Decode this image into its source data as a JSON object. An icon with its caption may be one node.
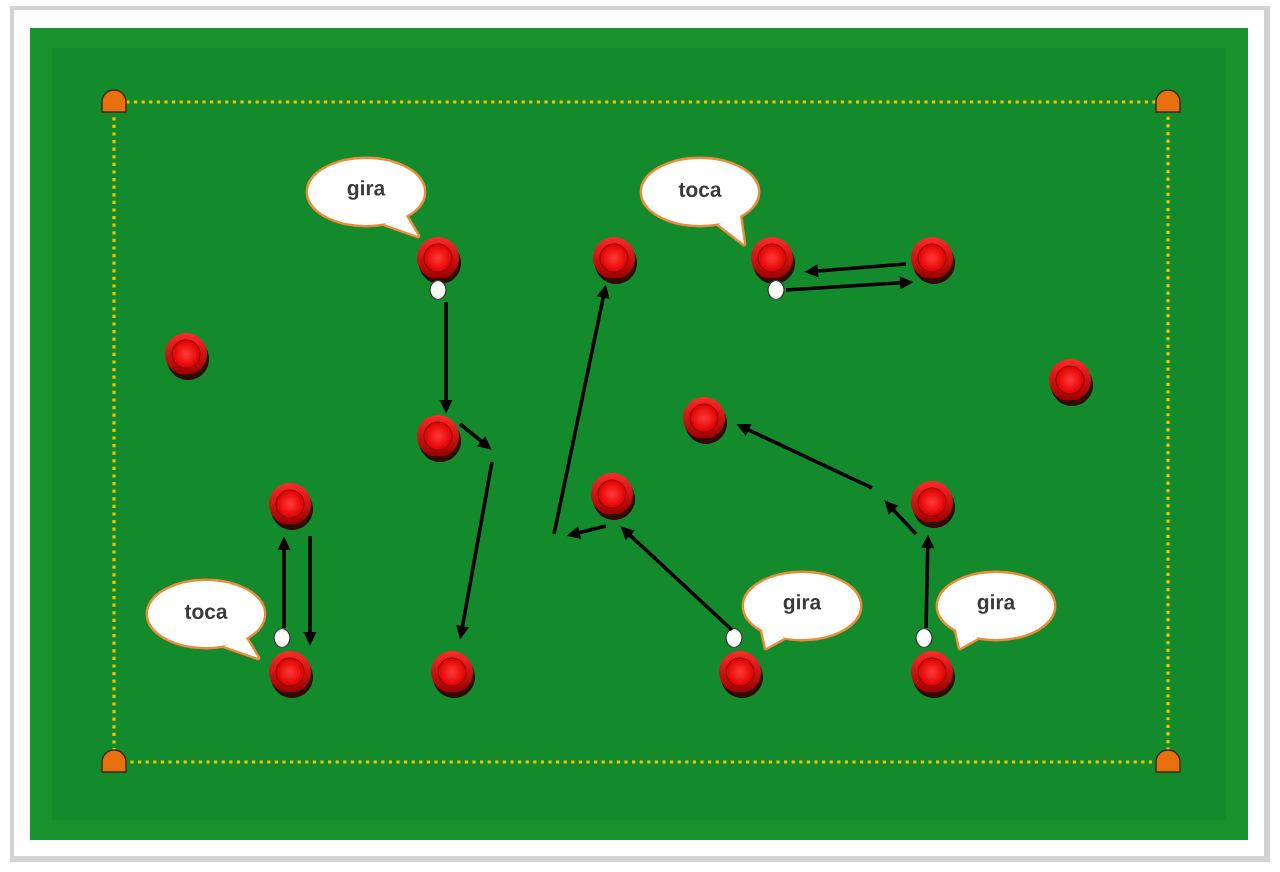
{
  "diagram": {
    "nodes": [
      {
        "text": [
          "gira"
        ]
      },
      {
        "text": [
          "toca"
        ]
      },
      {
        "text": [],
        "shape": "circle"
      },
      {
        "text": [],
        "shape": "circle"
      },
      {
        "text": [],
        "shape": "circle"
      },
      {
        "text": [],
        "shape": "circle"
      },
      {
        "text": [],
        "shape": "circle"
      },
      {
        "text": [],
        "shape": "circle"
      },
      {
        "text": [],
        "shape": "circle"
      },
      {
        "text": [],
        "shape": "circle"
      },
      {
        "text": [],
        "shape": "circle"
      },
      {
        "text": [],
        "shape": "circle"
      },
      {
        "text": [],
        "shape": "circle"
      },
      {
        "text": [],
        "shape": "circle"
      },
      {
        "text": [],
        "shape": "circle"
      },
      {
        "text": [
          "gira"
        ]
      },
      {
        "text": [
          "gira"
        ]
      },
      {
        "text": [
          "toca"
        ]
      },
      {
        "text": [],
        "shape": "circle"
      },
      {
        "text": [],
        "shape": "circle"
      },
      {
        "text": [],
        "shape": "circle"
      },
      {
        "text": [],
        "shape": "circle"
      },
      {
        "text": [],
        "shape": "circle"
      },
      {
        "text": [],
        "shape": "circle"
      },
      {
        "text": [],
        "shape": "circle"
      }
    ],
    "edges": [
      {
        "from": 6,
        "to": 11,
        "arrow": "to"
      },
      {
        "from": 11,
        "to": null,
        "arrow": "to"
      },
      {
        "from": null,
        "to": 22,
        "arrow": "to"
      },
      {
        "from": 19,
        "to": 12,
        "arrow": "to"
      },
      {
        "from": 12,
        "to": null,
        "arrow": "to"
      },
      {
        "from": null,
        "to": 3,
        "arrow": "to"
      },
      {
        "from": 7,
        "to": 5,
        "arrow": "to"
      },
      {
        "from": 5,
        "to": 4,
        "arrow": "to"
      },
      {
        "from": 20,
        "to": 14,
        "arrow": "to"
      },
      {
        "from": 14,
        "to": null,
        "arrow": "to"
      },
      {
        "from": null,
        "to": 10,
        "arrow": "to"
      },
      {
        "from": 18,
        "to": 13,
        "arrow": "to"
      },
      {
        "from": 13,
        "to": 21,
        "arrow": "to"
      }
    ]
  }
}
